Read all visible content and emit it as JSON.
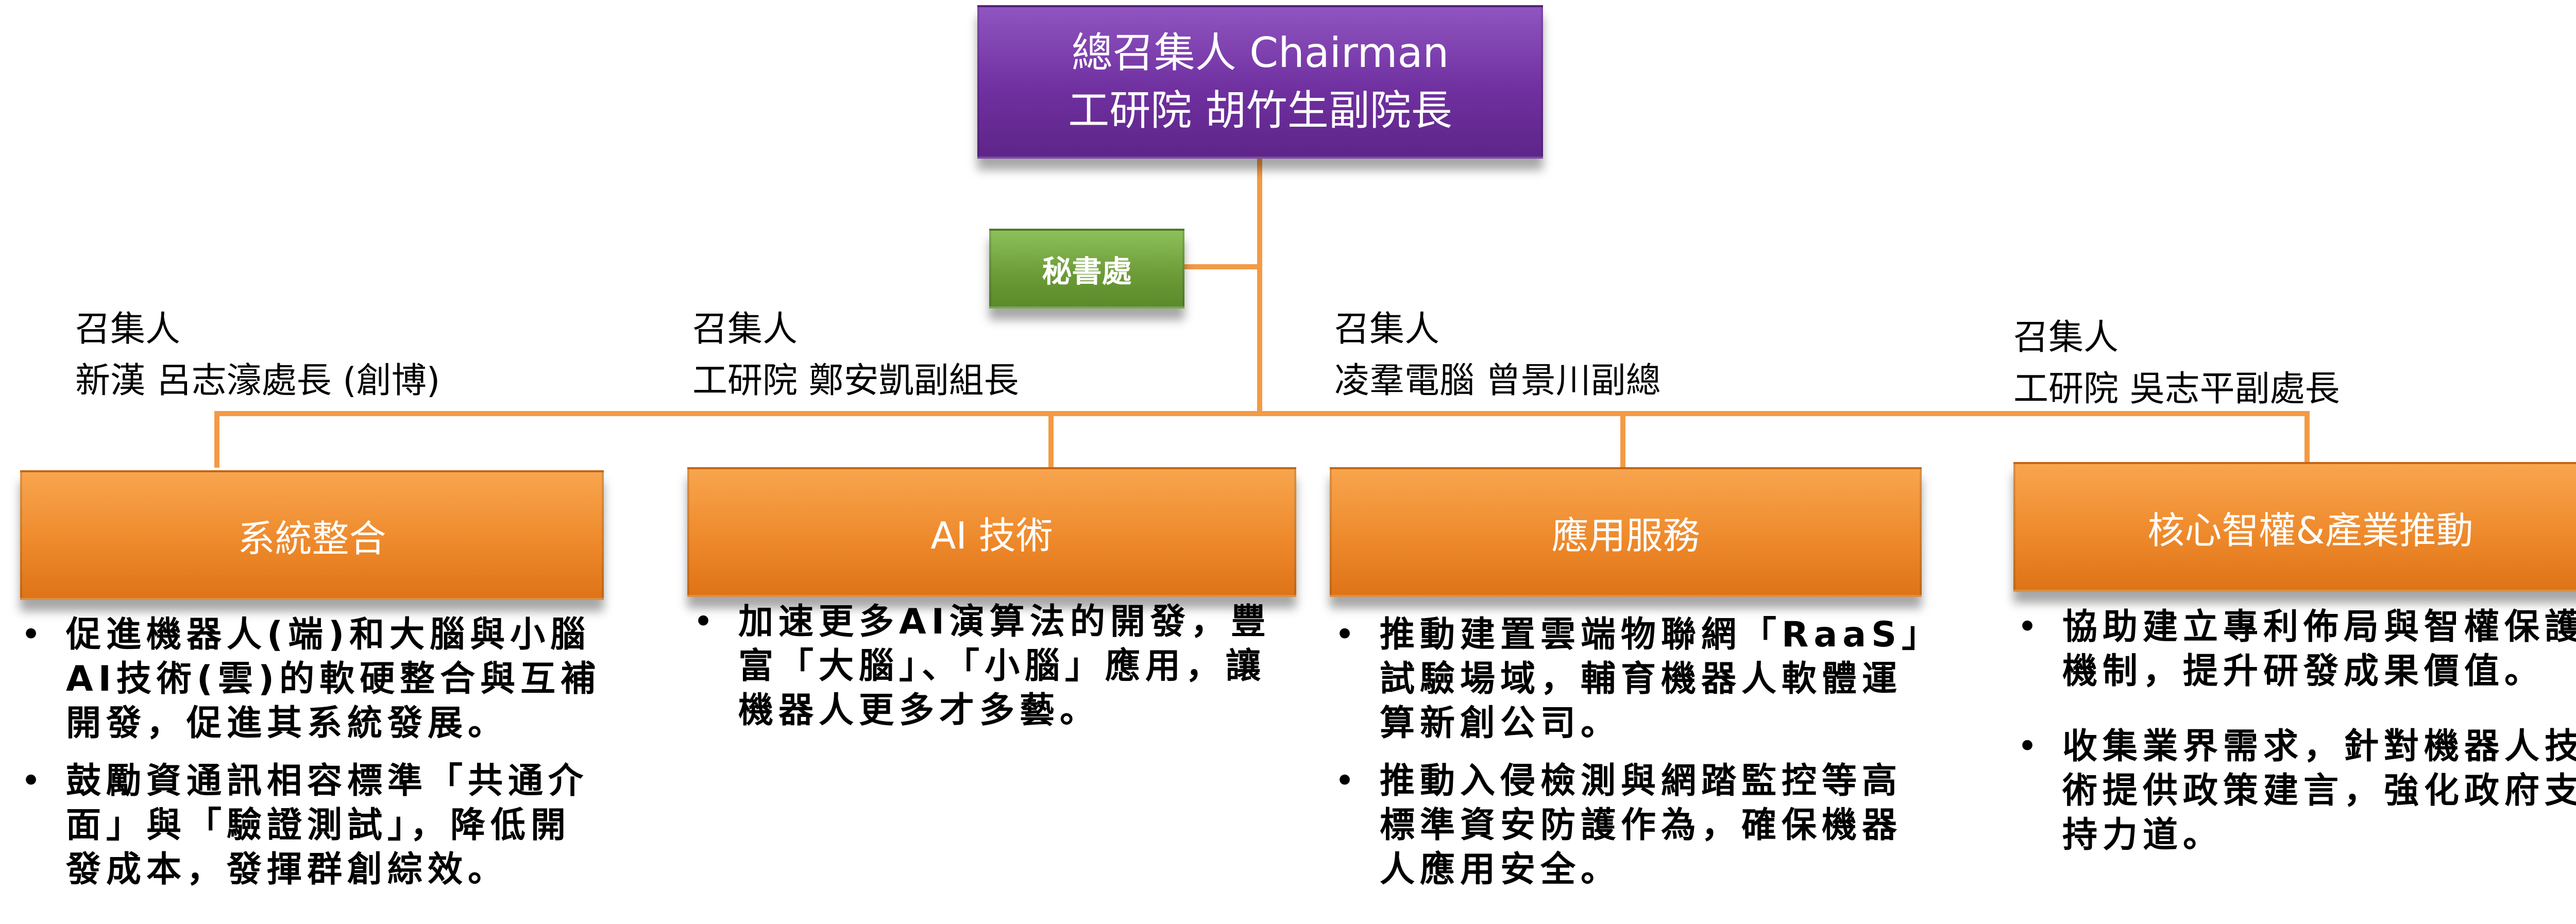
{
  "chairman": {
    "line1": "總召集人 Chairman",
    "line2": "工研院 胡竹生副院長"
  },
  "secretariat": {
    "label": "秘書處"
  },
  "groups": [
    {
      "convener_title": "召集人",
      "convener": "新漢 呂志濠處長 (創博)",
      "name": "系統整合",
      "bullets": [
        "促進機器人(端)和大腦與小腦AI技術(雲)的軟硬整合與互補開發，促進其系統發展。",
        "鼓勵資通訊相容標準「共通介面」與「驗證測試」，降低開發成本，發揮群創綜效。"
      ]
    },
    {
      "convener_title": "召集人",
      "convener": "工研院 鄭安凱副組長",
      "name": "AI 技術",
      "bullets": [
        "加速更多AI演算法的開發，豐富「大腦」、「小腦」應用，讓機器人更多才多藝。"
      ]
    },
    {
      "convener_title": "召集人",
      "convener": "凌羣電腦 曾景川副總",
      "name": "應用服務",
      "bullets": [
        "推動建置雲端物聯網「RaaS」試驗場域，輔育機器人軟體運算新創公司。",
        "推動入侵檢測與網踏監控等高標準資安防護作為，確保機器人應用安全。"
      ]
    },
    {
      "convener_title": "召集人",
      "convener": "工研院 吳志平副處長",
      "name": "核心智權&產業推動",
      "bullets": [
        "協助建立專利佈局與智權保護機制，提升研發成果價值。",
        "收集業界需求，針對機器人技術提供政策建言，強化政府支持力道。"
      ]
    }
  ],
  "bullet_symbol": "•",
  "colors": {
    "chairman": "#7030a0",
    "secretariat": "#6b9a36",
    "group": "#ee8a2c",
    "connector": "#f39a45"
  }
}
